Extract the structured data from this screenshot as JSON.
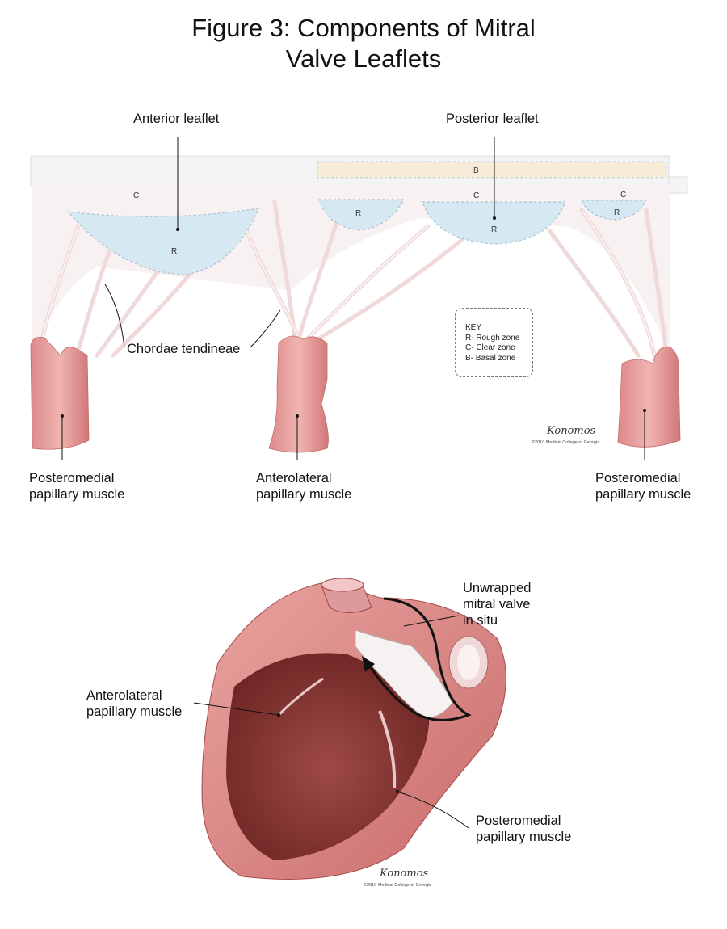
{
  "figure": {
    "title_line1": "Figure 3: Components of Mitral",
    "title_line2": "Valve Leaflets"
  },
  "labels": {
    "anterior_leaflet": "Anterior leaflet",
    "posterior_leaflet": "Posterior leaflet",
    "chordae_tendineae": "Chordae tendineae",
    "posteromedial_left_l1": "Posteromedial",
    "posteromedial_left_l2": "papillary muscle",
    "anterolateral_mid_l1": "Anterolateral",
    "anterolateral_mid_l2": "papillary muscle",
    "posteromedial_right_l1": "Posteromedial",
    "posteromedial_right_l2": "papillary muscle",
    "unwrapped_l1": "Unwrapped",
    "unwrapped_l2": "mitral valve",
    "unwrapped_l3": "in situ",
    "heart_anterolateral_l1": "Anterolateral",
    "heart_anterolateral_l2": "papillary muscle",
    "heart_posteromedial_l1": "Posteromedial",
    "heart_posteromedial_l2": "papillary muscle"
  },
  "zones": {
    "basal": "B",
    "clear": "C",
    "rough": "R"
  },
  "key": {
    "title": "KEY",
    "rough": "R- Rough zone",
    "clear": "C- Clear zone",
    "basal": "B- Basal zone"
  },
  "credits": {
    "signature": "Konomos",
    "copyright": "©2010 Medical College of Georgia"
  },
  "colors": {
    "muscle": "#e8a0a0",
    "muscle_dark": "#c85c5c",
    "rough_zone": "#d6e8f2",
    "basal_zone": "#f6ecd8",
    "chordae": "#f6e6e6"
  }
}
